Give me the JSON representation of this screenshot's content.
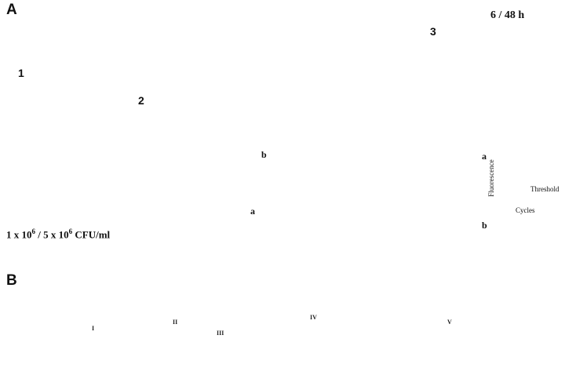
{
  "panel_a": {
    "label": "A",
    "step_1": "1",
    "step_2": "2",
    "step_3": "3",
    "concentration": {
      "part1": "1 x 10",
      "exp1": "6",
      "part2": " / 5 x 10",
      "exp2": "6",
      "part3": " CFU/ml"
    },
    "incubation_time": "6 / 48 h",
    "tail_site_a": "a",
    "tail_site_b": "b",
    "qpcr_tag": "a",
    "qpcr_ylabel": "Fluorescence",
    "qpcr_xlabel": "Cycles",
    "qpcr_threshold": "Threshold",
    "histology_tag": "b"
  },
  "panel_b": {
    "label": "B",
    "parts": [
      "I",
      "II",
      "III",
      "IV",
      "V"
    ]
  },
  "colors": {
    "accent_teal": "#2aa6c8",
    "elisa_blue": "#2e4f7a",
    "elisa_red": "#d42a2a",
    "curve_red": "#d01c1c",
    "dish_yellow": "#f2d36e"
  }
}
